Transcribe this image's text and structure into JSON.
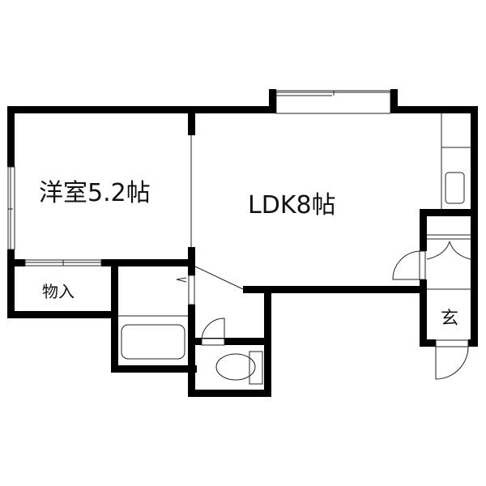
{
  "floorplan": {
    "rooms": [
      {
        "id": "western-room",
        "label": "洋室5.2帖",
        "type": "Western-style room",
        "size_jo": 5.2
      },
      {
        "id": "ldk",
        "label": "LDK8帖",
        "type": "Living Dining Kitchen",
        "size_jo": 8
      },
      {
        "id": "storage",
        "label": "物入",
        "type": "Storage closet"
      },
      {
        "id": "entrance",
        "label": "玄",
        "type": "Entrance"
      },
      {
        "id": "bathroom",
        "label": "",
        "type": "Bath"
      },
      {
        "id": "toilet",
        "label": "",
        "type": "Toilet"
      },
      {
        "id": "washroom",
        "label": "",
        "type": "Washroom"
      }
    ],
    "colors": {
      "wall": "#000000",
      "line": "#222222",
      "background": "#ffffff"
    }
  }
}
